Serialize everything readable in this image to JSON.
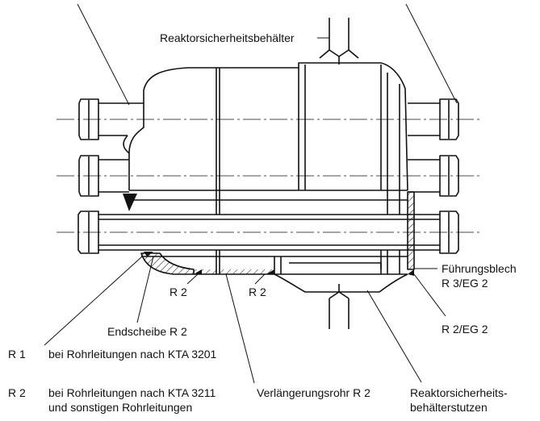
{
  "labels": {
    "containment": "Reaktorsicherheitsbehälter",
    "guide_plate": "Führungsblech",
    "guide_plate_class": "R 3/EG 2",
    "nozzle_weld_class": "R 2/EG 2",
    "weld_left": "R 2",
    "weld_right": "R 2",
    "end_disc": "Endscheibe R 2",
    "extension_pipe": "Verlängerungsrohr R 2",
    "nozzle_line1": "Reaktorsicherheits-",
    "nozzle_line2": "behälterstutzen"
  },
  "legend": [
    {
      "key": "R 1",
      "lines": [
        "bei Rohrleitungen nach KTA 3201"
      ]
    },
    {
      "key": "R 2",
      "lines": [
        "bei Rohrleitungen nach KTA 3211",
        "und sonstigen Rohrleitungen"
      ]
    }
  ]
}
